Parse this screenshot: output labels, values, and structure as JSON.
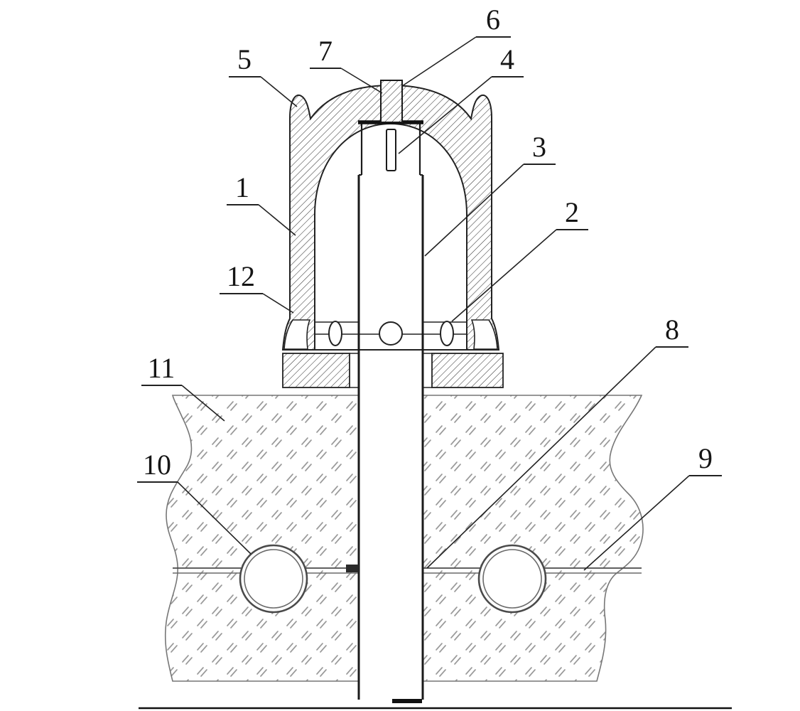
{
  "figure": {
    "kind": "patent cross-section drawing",
    "background": "#ffffff"
  },
  "colors": {
    "ink": "#1a1a1a",
    "wall_hatch": "#3a3a3a",
    "ground_hatch": "#9b9b9b",
    "pipe_ring": "#4a4a4a"
  },
  "labels": [
    {
      "part": "1",
      "text": "1"
    },
    {
      "part": "2",
      "text": "2"
    },
    {
      "part": "3",
      "text": "3"
    },
    {
      "part": "4",
      "text": "4"
    },
    {
      "part": "5",
      "text": "5"
    },
    {
      "part": "6",
      "text": "6"
    },
    {
      "part": "7",
      "text": "7"
    },
    {
      "part": "8",
      "text": "8"
    },
    {
      "part": "9",
      "text": "9"
    },
    {
      "part": "10",
      "text": "10"
    },
    {
      "part": "11",
      "text": "11"
    },
    {
      "part": "12",
      "text": "12"
    }
  ]
}
